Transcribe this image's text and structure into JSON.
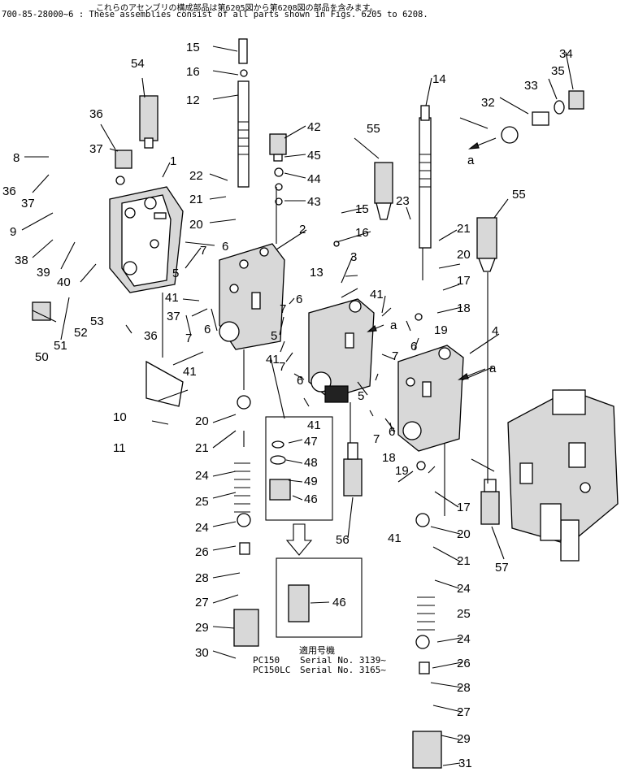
{
  "header": {
    "japanese_line": "これらのアセンブリの構成部品は第6205図から第6208図の部品を含みます。",
    "english_line": "700-85-28000~6 : These assemblies consist of all parts shown in Figs. 6205 to 6208."
  },
  "callouts": [
    "1",
    "2",
    "3",
    "4",
    "5",
    "6",
    "7",
    "8",
    "9",
    "10",
    "11",
    "12",
    "13",
    "14",
    "15",
    "16",
    "17",
    "18",
    "19",
    "20",
    "21",
    "22",
    "23",
    "24",
    "25",
    "26",
    "27",
    "28",
    "29",
    "30",
    "31",
    "32",
    "33",
    "34",
    "35",
    "36",
    "37",
    "38",
    "39",
    "40",
    "41",
    "42",
    "43",
    "44",
    "45",
    "46",
    "47",
    "48",
    "49",
    "50",
    "51",
    "52",
    "53",
    "54",
    "55",
    "56",
    "57",
    "a"
  ],
  "applicability": {
    "heading": "適用号機",
    "rows": [
      {
        "model": "PC150",
        "serial": "Serial No. 3139~"
      },
      {
        "model": "PC150LC",
        "serial": "Serial No. 3165~"
      }
    ]
  }
}
